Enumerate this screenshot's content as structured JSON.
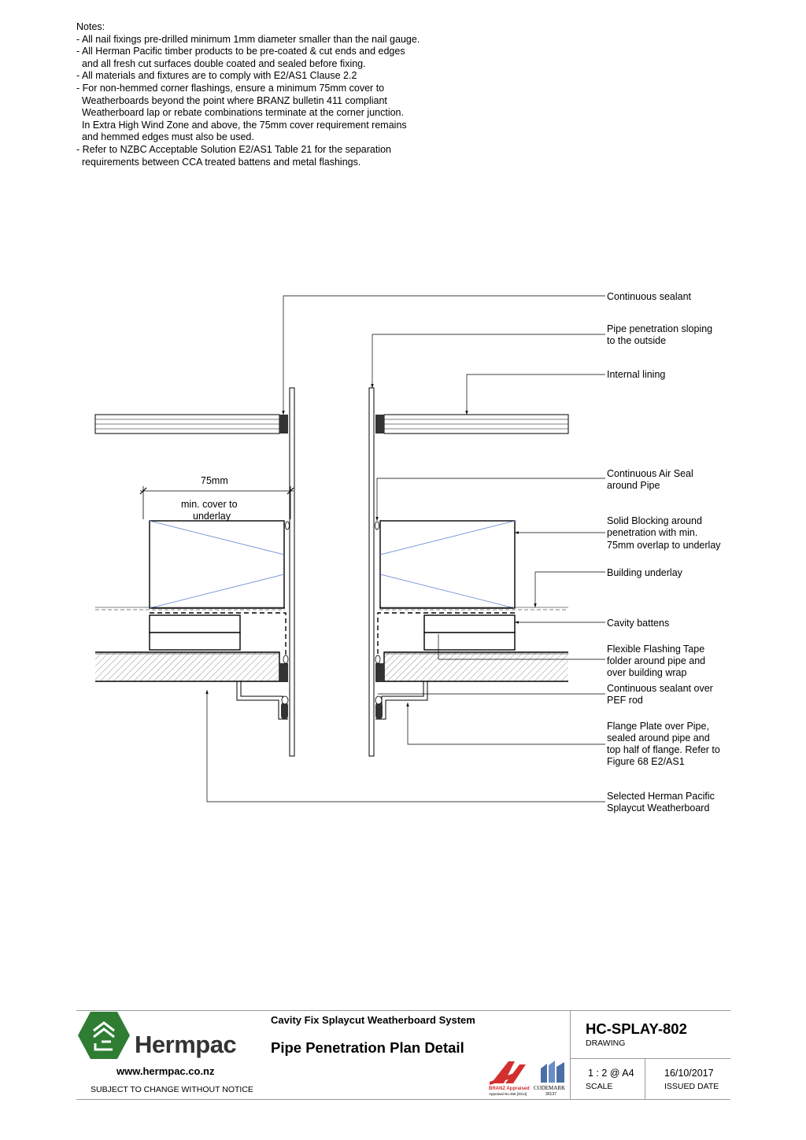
{
  "notes": {
    "title": "Notes:",
    "lines": [
      "- All nail fixings pre-drilled minimum 1mm diameter smaller than the nail gauge.",
      "- All Herman Pacific timber products to be pre-coated & cut ends and edges",
      "  and all fresh cut surfaces double coated and sealed before fixing.",
      "- All materials and fixtures are to comply with E2/AS1 Clause 2.2",
      "- For non-hemmed corner flashings, ensure a minimum 75mm cover to",
      "  Weatherboards beyond the point where BRANZ bulletin 411 compliant",
      "  Weatherboard lap or rebate combinations terminate at the corner junction.",
      "  In Extra High Wind Zone and above, the 75mm cover requirement remains",
      "  and hemmed edges must also be used.",
      "- Refer to NZBC Acceptable Solution E2/AS1 Table 21 for the separation",
      "  requirements between CCA treated battens and metal flashings."
    ]
  },
  "dimension": {
    "value": "75mm",
    "note_line1": "min. cover to",
    "note_line2": "underlay"
  },
  "labels": {
    "continuous_sealant": [
      "Continuous sealant"
    ],
    "pipe_sloping": [
      "Pipe penetration sloping",
      "to the outside"
    ],
    "internal_lining": [
      "Internal lining"
    ],
    "air_seal": [
      "Continuous Air Seal",
      "around Pipe"
    ],
    "solid_blocking": [
      "Solid Blocking around",
      "penetration with min.",
      "75mm overlap to underlay"
    ],
    "building_underlay": [
      "Building underlay"
    ],
    "cavity_battens": [
      "Cavity battens"
    ],
    "flashing_tape": [
      "Flexible Flashing Tape",
      "folder around pipe and",
      "over building wrap"
    ],
    "sealant_pef": [
      "Continuous sealant over",
      "PEF rod"
    ],
    "flange_plate": [
      "Flange Plate over Pipe,",
      "sealed around pipe and",
      "top half of flange. Refer to",
      "Figure 68 E2/AS1"
    ],
    "weatherboard": [
      "Selected Herman Pacific",
      "Splaycut Weatherboard"
    ]
  },
  "title_block": {
    "logo_text": "Hermpac",
    "website": "www.hermpac.co.nz",
    "disclaimer": "SUBJECT TO CHANGE WITHOUT NOTICE",
    "system_name": "Cavity Fix Splaycut Weatherboard System",
    "drawing_title": "Pipe Penetration Plan Detail",
    "drawing_number": "HC-SPLAY-802",
    "drawing_label": "DRAWING",
    "scale_value": "1 : 2 @ A4",
    "scale_label": "SCALE",
    "issued_date_value": "16/10/2017",
    "issued_date_label": "ISSUED DATE",
    "branz_text": "BRANZ Appraised",
    "branz_sub": "Appraisal No.456 [2014]",
    "codemark_text": "CODEMARK",
    "codemark_sub": "30137"
  },
  "colors": {
    "logo_green": "#2e7d32",
    "branz_red": "#d32f2f",
    "codemark_blue": "#4a6fa5",
    "sealant_dark": "#333333",
    "cross_blue": "#5577cc"
  }
}
